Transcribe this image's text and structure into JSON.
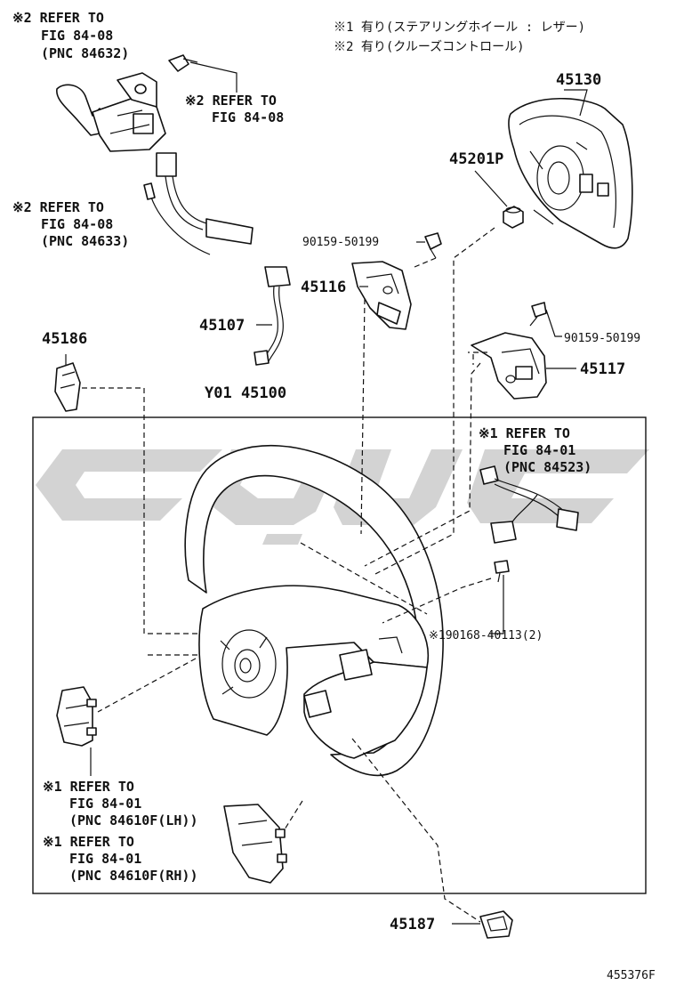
{
  "notes": {
    "note1": "※1 有り(ステアリングホイール : レザー)",
    "note2": "※2 有り(クルーズコントロール)"
  },
  "refs": {
    "ref_a": [
      "※2 REFER TO",
      "FIG 84-08",
      "(PNC 84632)"
    ],
    "ref_b": [
      "※2 REFER TO",
      "FIG 84-08"
    ],
    "ref_c": [
      "※2 REFER TO",
      "FIG 84-08",
      "(PNC 84633)"
    ],
    "ref_d": [
      "※1 REFER TO",
      "FIG 84-01",
      "(PNC 84523)"
    ],
    "ref_e": [
      "※1 REFER TO",
      "FIG 84-01",
      "(PNC 84610F(LH))"
    ],
    "ref_f": [
      "※1 REFER TO",
      "FIG 84-01",
      "(PNC 84610F(RH))"
    ]
  },
  "parts": {
    "p45130": "45130",
    "p45201p": "45201P",
    "p90159_a": "90159-50199",
    "p45116": "45116",
    "p45107": "45107",
    "p45186": "45186",
    "p45100": "Y01 45100",
    "p90159_b": "90159-50199",
    "p45117": "45117",
    "p90168": "※190168-40113(2)",
    "p45187": "45187"
  },
  "figure_code": "455376F",
  "colors": {
    "line": "#111111",
    "watermark": "#d3d3d3",
    "background": "#ffffff"
  }
}
